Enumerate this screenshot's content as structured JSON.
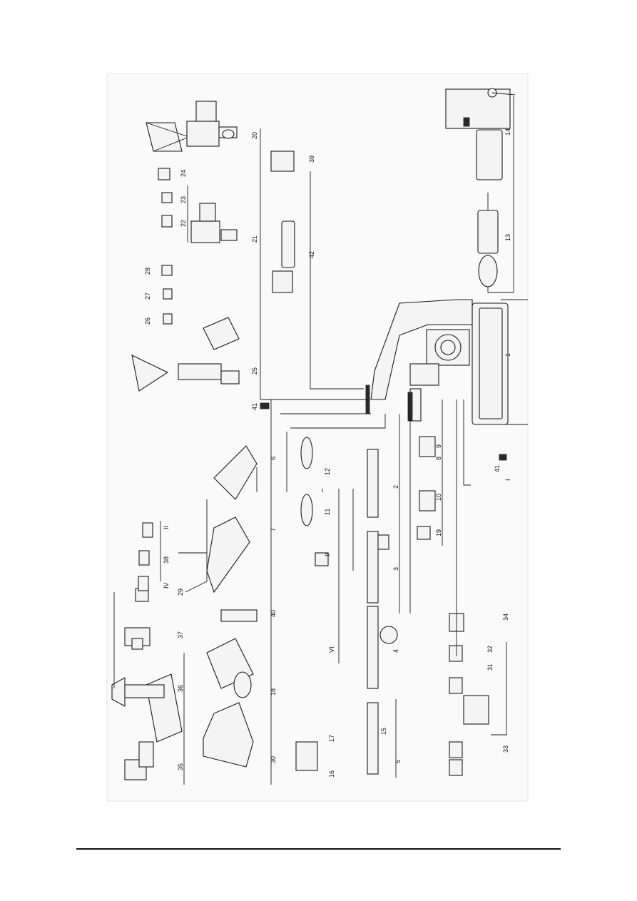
{
  "labels": {
    "l35": "35",
    "l36": "36",
    "l37": "37",
    "l29": "29",
    "l38": "38",
    "lIV": "IV",
    "lII": "II",
    "l30": "30",
    "l18": "18",
    "l40": "40",
    "l7": "7",
    "l6": "6",
    "l41a": "41",
    "l25": "25",
    "l26": "26",
    "l27": "27",
    "l28": "28",
    "l21": "21",
    "l22": "22",
    "l23": "23",
    "l24": "24",
    "l20": "20",
    "l42": "42",
    "l39": "39",
    "l13": "13",
    "l14": "14",
    "l1": "1",
    "l41b": "41",
    "lI": "I",
    "l16": "16",
    "l17": "17",
    "l15": "15",
    "l5": "5",
    "lVI": "VI",
    "l4": "4",
    "l3": "3",
    "l2": "2",
    "l11": "11",
    "l12": "12",
    "lII2": "II",
    "l19": "19",
    "l10": "10",
    "l8": "8",
    "l9": "9",
    "l33": "33",
    "l31": "31",
    "l32": "32",
    "l34": "34"
  },
  "colors": {
    "ink": "#1a1a1a",
    "paper": "#ffffff"
  }
}
